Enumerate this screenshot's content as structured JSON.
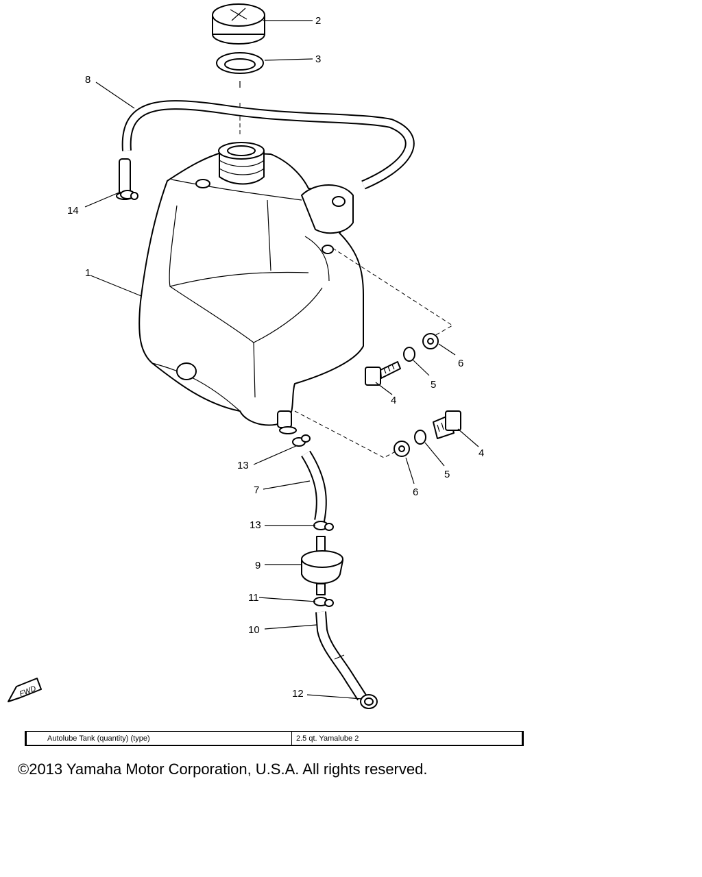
{
  "callouts": {
    "c1": "1",
    "c2": "2",
    "c3": "3",
    "c4a": "4",
    "c4b": "4",
    "c5a": "5",
    "c5b": "5",
    "c6a": "6",
    "c6b": "6",
    "c7": "7",
    "c8": "8",
    "c9": "9",
    "c10": "10",
    "c11": "11",
    "c12": "12",
    "c13a": "13",
    "c13b": "13",
    "c14": "14"
  },
  "fwd_label": "FWD",
  "spec": {
    "label": "Autolube Tank (quantity) (type)",
    "value": "2.5 qt. Yamalube 2"
  },
  "copyright": "©2013 Yamaha Motor Corporation, U.S.A. All rights reserved."
}
